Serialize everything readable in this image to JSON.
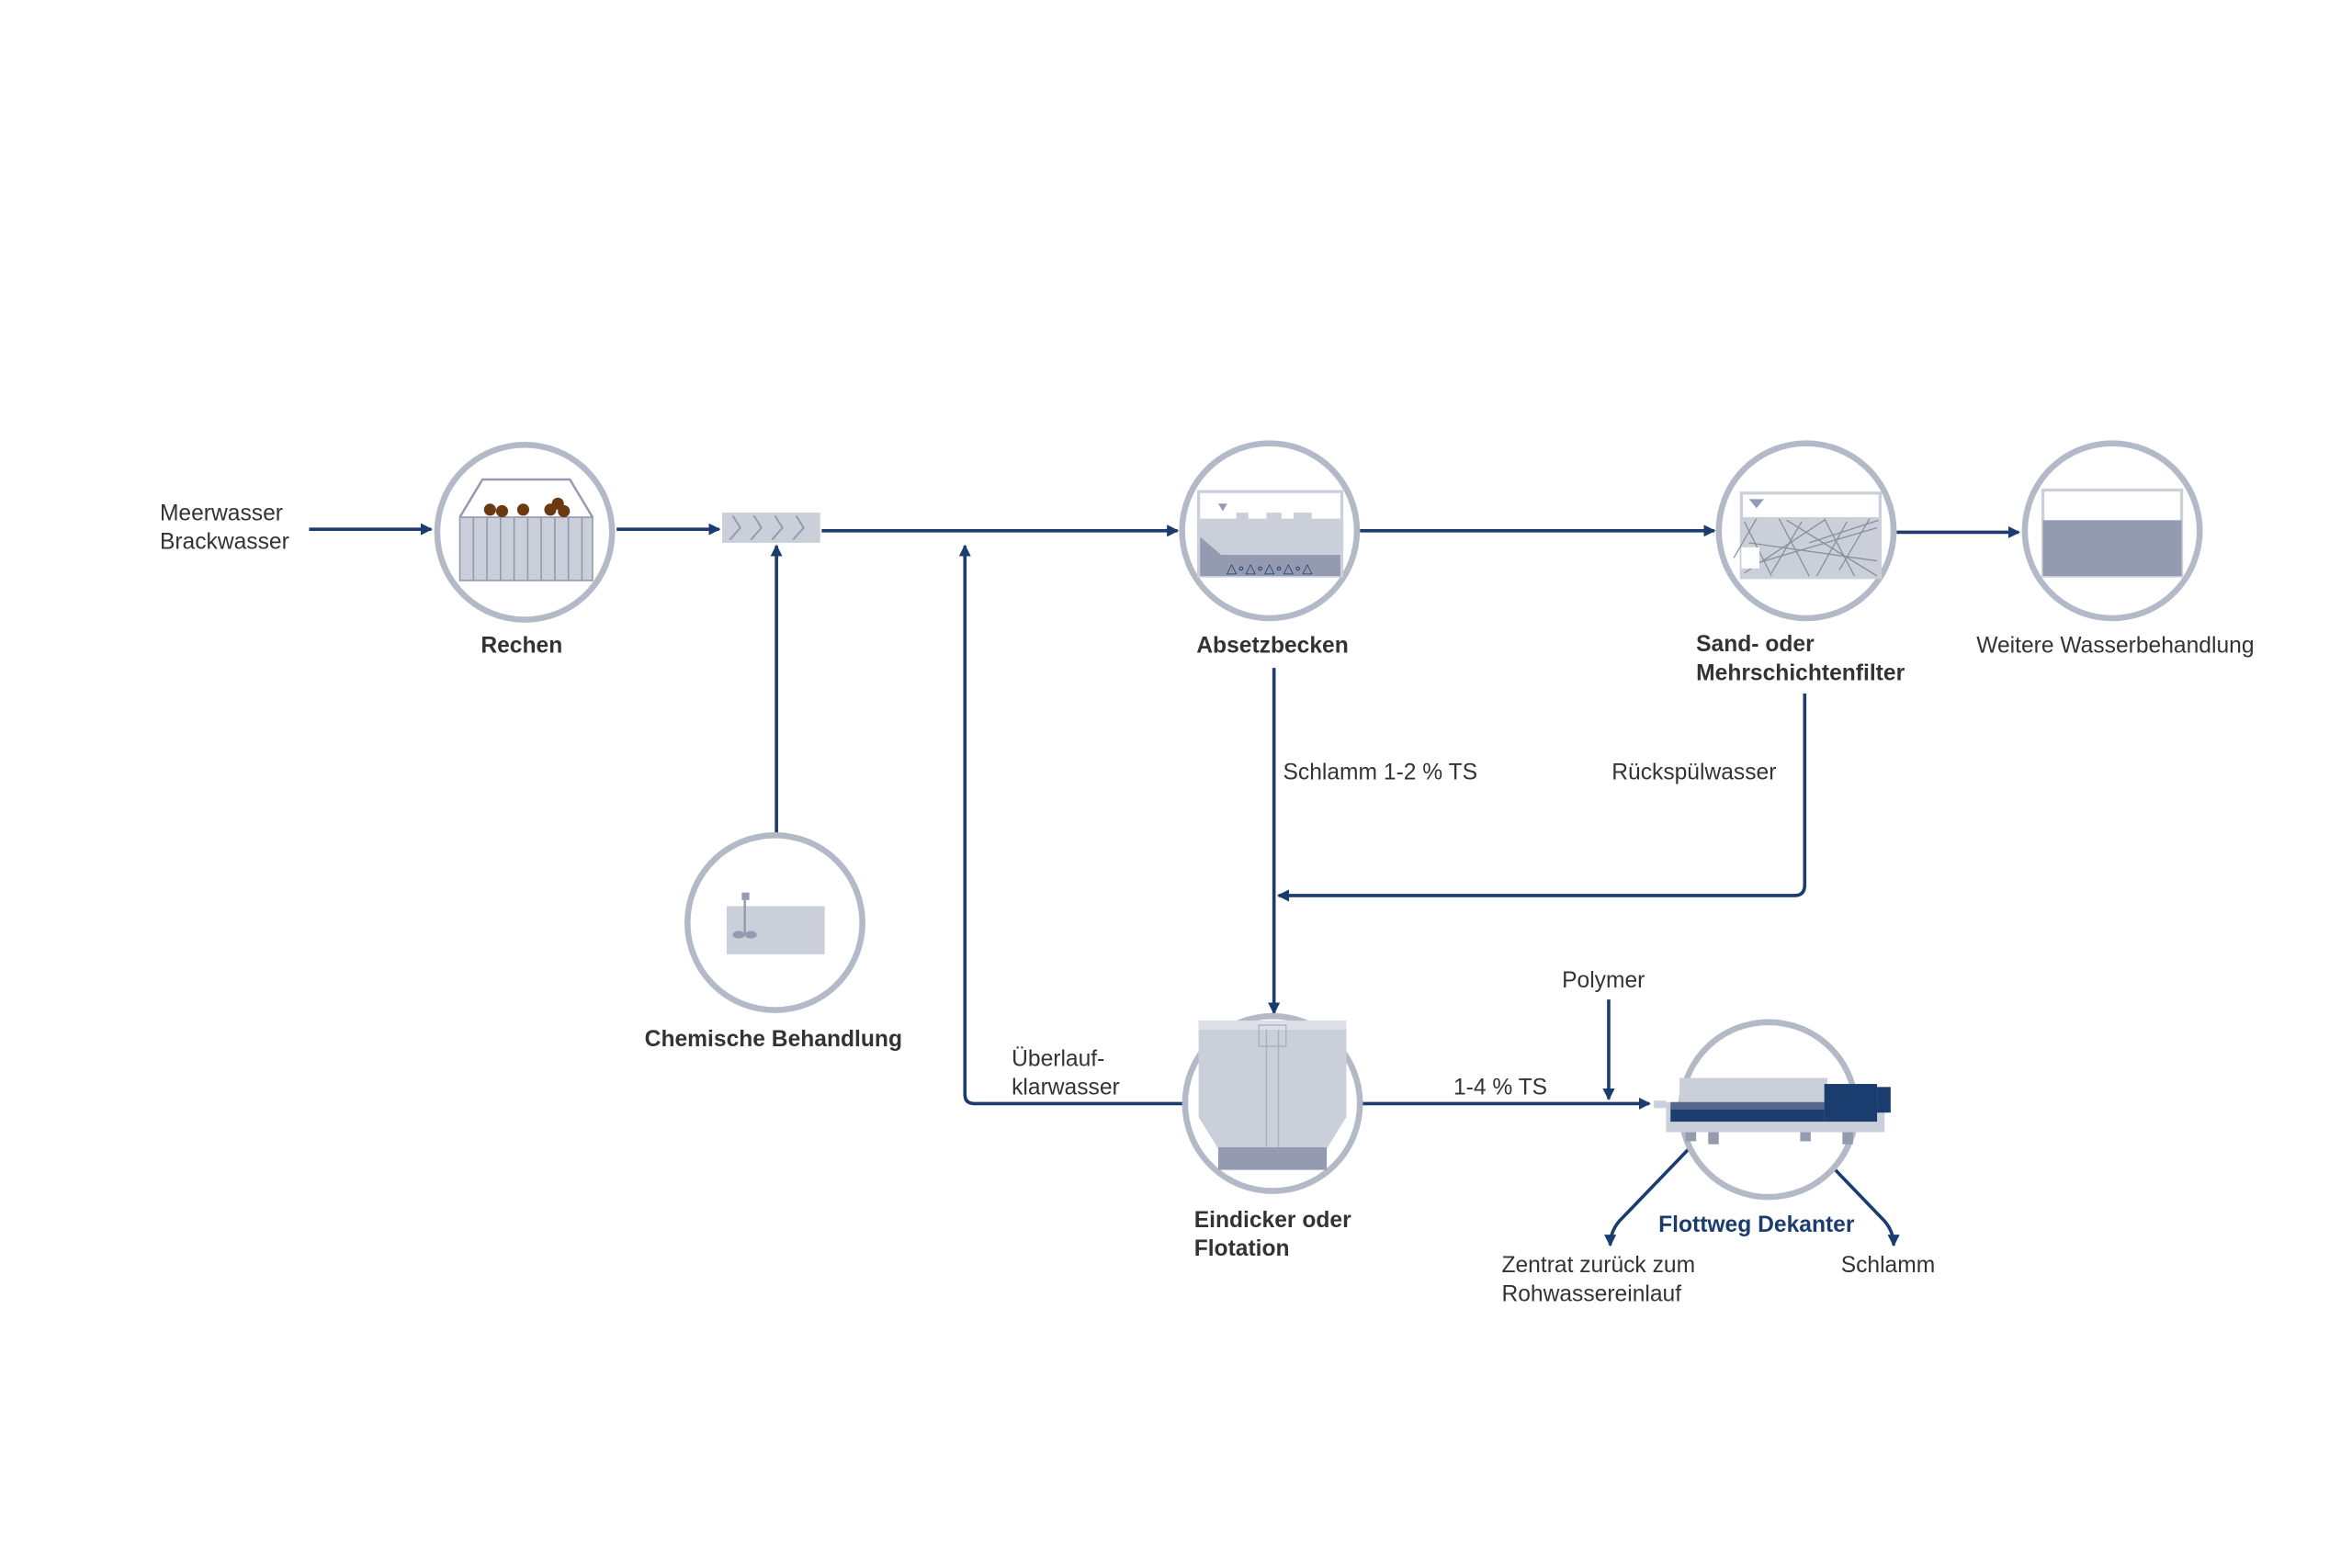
{
  "colors": {
    "flow": "#1b3c6e",
    "ring": "#b4b9c8",
    "equipment_light": "#cbcfd9",
    "equipment_dark": "#949bb0",
    "debris": "#6b3a10",
    "text": "#333333",
    "brand": "#1b3c6e"
  },
  "inputs": {
    "line1": "Meerwasser",
    "line2": "Brackwasser"
  },
  "stations": {
    "rechen": "Rechen",
    "chemisch": "Chemische Behandlung",
    "absetz": "Absetzbecken",
    "filter_l1": "Sand- oder",
    "filter_l2": "Mehrschichtenfilter",
    "weitere": "Weitere Wasserbehandlung",
    "eindicker_l1": "Eindicker oder",
    "eindicker_l2": "Flotation",
    "dekanter": "Flottweg Dekanter"
  },
  "flows": {
    "schlamm_ts": "Schlamm 1-2 % TS",
    "rueckspuel": "Rückspülwasser",
    "ueberlauf_l1": "Überlauf-",
    "ueberlauf_l2": "klarwasser",
    "ts_1_4": "1-4 % TS",
    "polymer": "Polymer",
    "zentrat_l1": "Zentrat zurück zum",
    "zentrat_l2": "Rohwassereinlauf",
    "schlamm": "Schlamm"
  }
}
